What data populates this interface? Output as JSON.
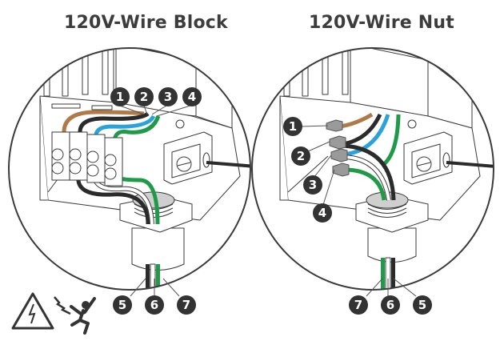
{
  "panels": [
    {
      "title": "120V-Wire Block",
      "top_callouts": [
        "1",
        "2",
        "3",
        "4"
      ],
      "bottom_callouts": [
        "5",
        "6",
        "7"
      ]
    },
    {
      "title": "120V-Wire Nut",
      "side_callouts": [
        "1",
        "2",
        "3",
        "4"
      ],
      "bottom_callouts": [
        "7",
        "6",
        "5"
      ]
    }
  ],
  "warning_icons": [
    "electrical-hazard-triangle-icon",
    "electric-shock-person-icon"
  ],
  "colors": {
    "outline": "#3a3a3a",
    "badge": "#333333",
    "wire_brown": "#b07a48",
    "wire_black": "#2b2b2b",
    "wire_blue": "#2aa3dc",
    "wire_green": "#1f9a48",
    "wire_white": "#ffffff",
    "wire_nut_gray": "#9a9a9a",
    "conduit_gray": "#cfcfcf"
  }
}
